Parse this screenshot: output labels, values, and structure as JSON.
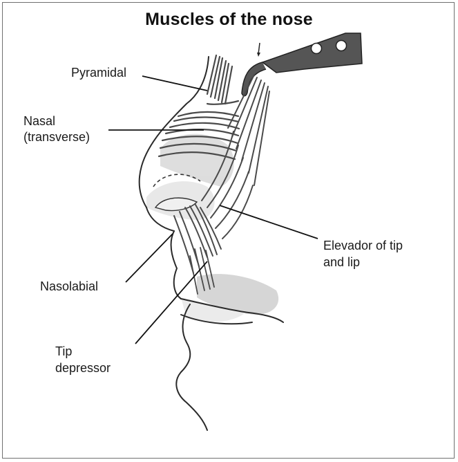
{
  "title": "Muscles of the nose",
  "labels": {
    "pyramidal": "Pyramidal",
    "nasal_line1": "Nasal",
    "nasal_line2": "(transverse)",
    "elevador_line1": "Elevador of tip",
    "elevador_line2": "and lip",
    "nasolabial": "Nasolabial",
    "tip_line1": "Tip",
    "tip_line2": "depressor"
  },
  "colors": {
    "muscle": "#4a4a4a",
    "outline": "#2a2a2a",
    "shade": "#c9c9c9",
    "border": "#6f6f6f"
  },
  "icons": [
    "retractor-hook-icon"
  ]
}
